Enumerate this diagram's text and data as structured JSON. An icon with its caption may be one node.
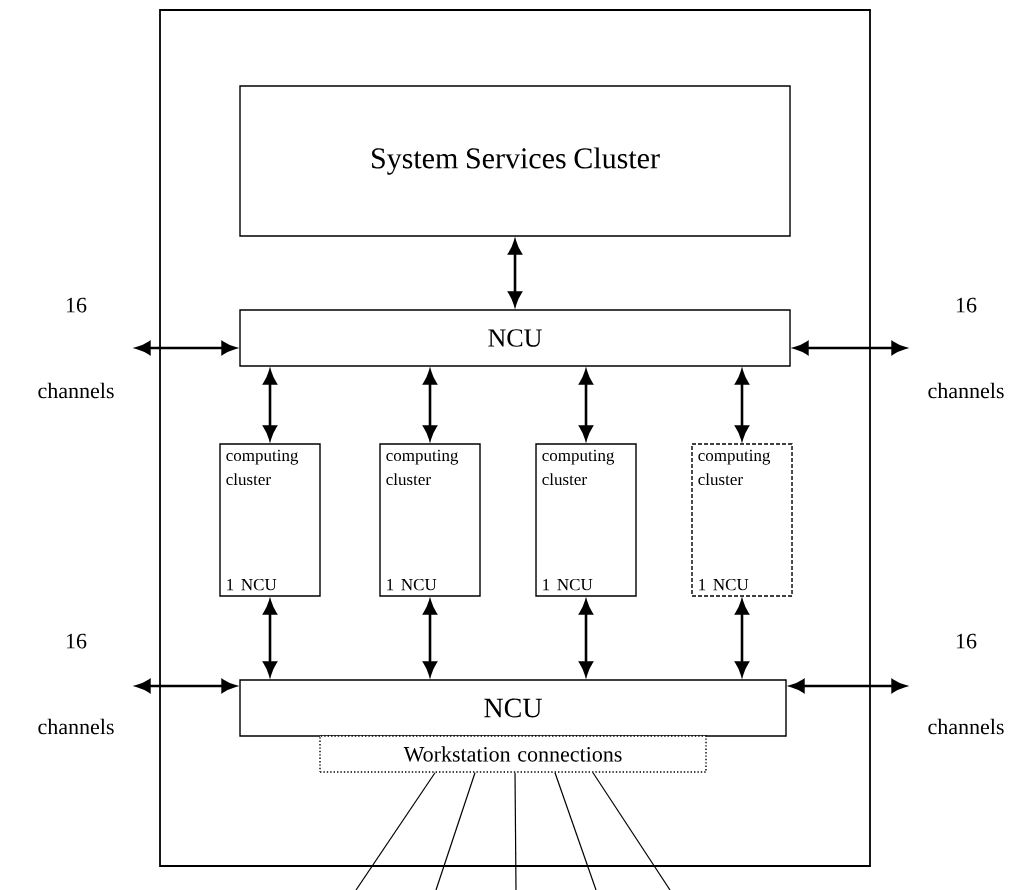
{
  "diagram": {
    "nodes": [
      {
        "text": [
          "System Services Cluster"
        ]
      },
      {
        "text": [
          "NCU"
        ]
      },
      {
        "text": [
          "computing cluster",
          "1 NCU"
        ]
      },
      {
        "text": [
          "computing cluster",
          "1 NCU"
        ]
      },
      {
        "text": [
          "computing cluster",
          "1 NCU"
        ]
      },
      {
        "text": [
          "computing cluster",
          "1 NCU"
        ]
      },
      {
        "text": [
          "NCU"
        ]
      },
      {
        "text": [
          "Workstation connections"
        ]
      },
      {
        "text": [
          "16",
          "channels"
        ]
      },
      {
        "text": [
          "16",
          "channels"
        ]
      },
      {
        "text": [
          "16",
          "channels"
        ]
      },
      {
        "text": [
          "16",
          "channels"
        ]
      }
    ],
    "edges": [
      {
        "from": 0,
        "to": 1,
        "arrow": "both"
      },
      {
        "from": 1,
        "to": 2,
        "arrow": "both"
      },
      {
        "from": 1,
        "to": 3,
        "arrow": "both"
      },
      {
        "from": 1,
        "to": 4,
        "arrow": "both"
      },
      {
        "from": 1,
        "to": 5,
        "arrow": "both"
      },
      {
        "from": 2,
        "to": 6,
        "arrow": "both"
      },
      {
        "from": 3,
        "to": 6,
        "arrow": "both"
      },
      {
        "from": 4,
        "to": 6,
        "arrow": "both"
      },
      {
        "from": 5,
        "to": 6,
        "arrow": "both"
      },
      {
        "from": 8,
        "to": 1,
        "arrow": "both"
      },
      {
        "from": 9,
        "to": 1,
        "arrow": "both"
      },
      {
        "from": 10,
        "to": 6,
        "arrow": "both"
      },
      {
        "from": 11,
        "to": 6,
        "arrow": "both"
      },
      {
        "from": 7,
        "to": null,
        "arrow": "none"
      },
      {
        "from": 7,
        "to": null,
        "arrow": "none"
      },
      {
        "from": 7,
        "to": null,
        "arrow": "none"
      },
      {
        "from": 7,
        "to": null,
        "arrow": "none"
      },
      {
        "from": 7,
        "to": null,
        "arrow": "none"
      }
    ]
  }
}
